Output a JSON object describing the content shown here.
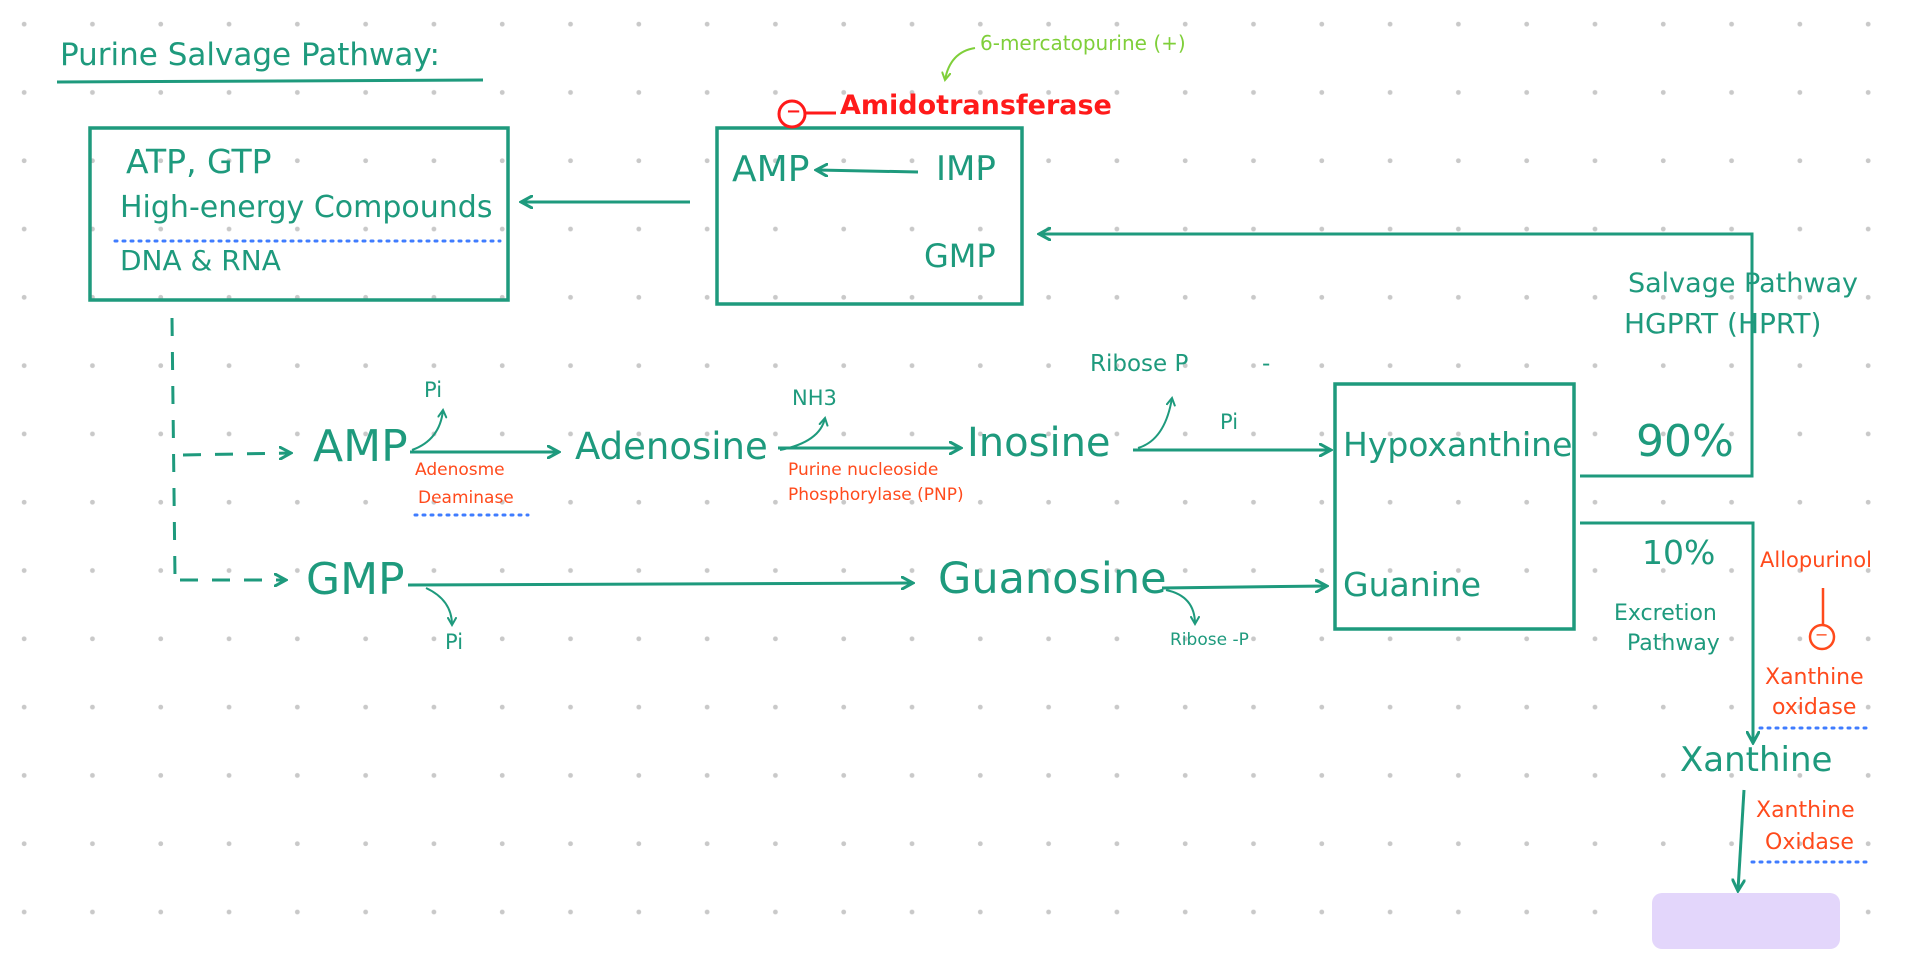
{
  "title": "Purine Salvage Pathway:",
  "energy_box": {
    "line1": "ATP, GTP",
    "line2": "High-energy Compounds",
    "line3": "DNA & RNA"
  },
  "synthesis_box": {
    "amp": "AMP",
    "imp": "IMP",
    "gmp": "GMP",
    "enzyme": "Amidotransferase",
    "inhibit_symbol": "−",
    "drug": "6-mercatopurine (+)"
  },
  "pathway": {
    "amp": "AMP",
    "gmp": "GMP",
    "adenosine": "Adenosine",
    "inosine": "Inosine",
    "guanosine": "Guanosine",
    "pi_amp": "Pi",
    "pi_gmp": "Pi",
    "pi_inosine": "Pi",
    "nh3": "NH3",
    "ribose_p_inosine": "Ribose P",
    "ribose_p_guanosine": "Ribose -P",
    "adenosine_deaminase_1": "Adenosme",
    "adenosine_deaminase_2": "Deaminase",
    "pnp_1": "Purine nucleoside",
    "pnp_2": "Phosphorylase (PNP)",
    "dash": "-"
  },
  "bases_box": {
    "hypoxanthine": "Hypoxanthine",
    "guanine": "Guanine"
  },
  "salvage": {
    "label1": "Salvage Pathway",
    "label2": "HGPRT (HPRT)",
    "percent": "90%"
  },
  "excretion": {
    "percent": "10%",
    "label1": "Excretion",
    "label2": "Pathway",
    "allopurinol": "Allopurinol",
    "inhibit_symbol": "−",
    "xo1_line1": "Xanthine",
    "xo1_line2": "oxidase",
    "xanthine": "Xanthine",
    "xo2_line1": "Xanthine",
    "xo2_line2": "Oxidase"
  },
  "colors": {
    "teal": "#1e9a7d",
    "orange_red": "#ff4a1c",
    "red": "#ff1a1a",
    "light_green": "#7fcf3a",
    "blue_dots": "#3f7cff",
    "placeholder": "#e3d6fb"
  }
}
